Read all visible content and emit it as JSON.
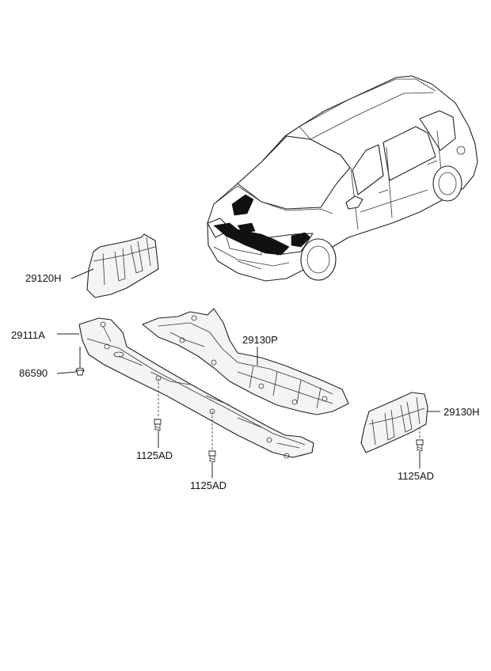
{
  "callouts": {
    "engine_cover_lh": "29120H",
    "under_cover_front": "29111A",
    "clip": "86590",
    "under_cover_center": "29130P",
    "engine_cover_rh": "29130H",
    "bolt_front_a": "1125AD",
    "bolt_front_b": "1125AD",
    "bolt_rh": "1125AD"
  }
}
